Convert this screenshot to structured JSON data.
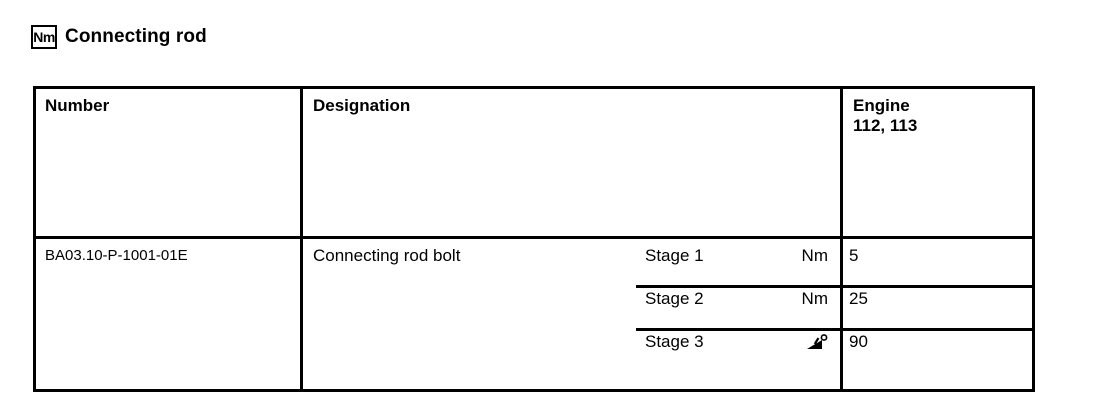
{
  "title": {
    "badge": "Nm",
    "badge_icon": "torque-nm-badge-icon",
    "text": "Connecting rod"
  },
  "table": {
    "headers": {
      "number": "Number",
      "designation": "Designation",
      "engine": "Engine\n112, 113"
    },
    "rows": [
      {
        "number": "BA03.10-P-1001-01E",
        "designation": "Connecting rod bolt",
        "stages": [
          {
            "label": "Stage 1",
            "unit": "Nm",
            "unit_icon": "",
            "value": "5"
          },
          {
            "label": "Stage 2",
            "unit": "Nm",
            "unit_icon": "",
            "value": "25"
          },
          {
            "label": "Stage 3",
            "unit": "",
            "unit_icon": "torque-angle-icon",
            "value": "90"
          }
        ]
      }
    ]
  },
  "colors": {
    "border": "#000000",
    "text": "#000000",
    "background": "#ffffff"
  }
}
